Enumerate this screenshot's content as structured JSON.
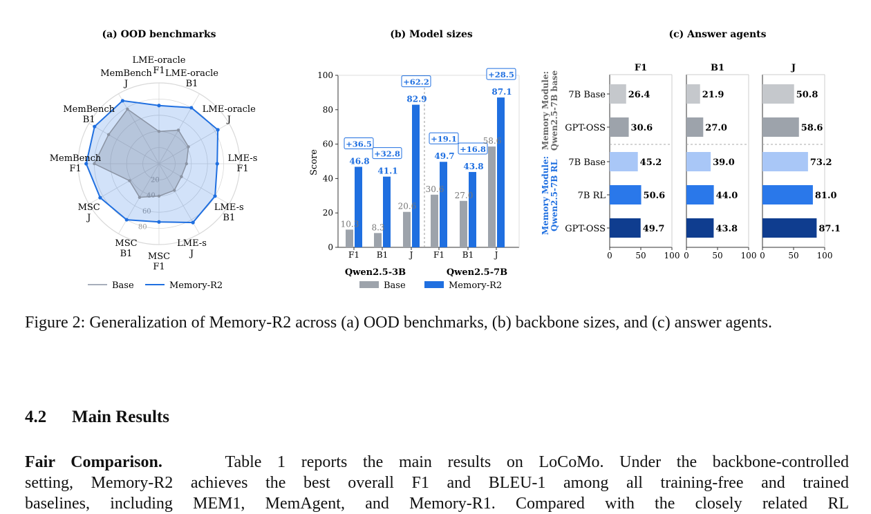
{
  "figure": {
    "radar": {
      "title": "(a) OOD benchmarks",
      "axes": [
        [
          "LME-oracle",
          "F1"
        ],
        [
          "LME-oracle",
          "B1"
        ],
        [
          "LME-oracle",
          "J"
        ],
        [
          "LME-s",
          "F1"
        ],
        [
          "LME-s",
          "B1"
        ],
        [
          "LME-s",
          "J"
        ],
        [
          "MSC",
          "F1"
        ],
        [
          "MSC",
          "B1"
        ],
        [
          "MSC",
          "J"
        ],
        [
          "MemBench",
          "F1"
        ],
        [
          "MemBench",
          "B1"
        ],
        [
          "MemBench",
          "J"
        ]
      ],
      "ring_labels": [
        "20",
        "40",
        "60",
        "80"
      ],
      "legend": [
        "Base",
        "Memory-R2"
      ]
    },
    "bars": {
      "title": "(b) Model sizes",
      "ylabel": "Score",
      "yticks": [
        "0",
        "20",
        "40",
        "60",
        "80",
        "100"
      ],
      "legend": [
        "Base",
        "Memory-R2"
      ]
    },
    "agents": {
      "title": "(c) Answer agents",
      "panel_titles": [
        "F1",
        "B1",
        "J"
      ],
      "group_labels": [
        [
          "Memory Module:",
          "Qwen2.5-7B base"
        ],
        [
          "Memory Module:",
          "Qwen2.5-7B RL"
        ]
      ],
      "xticks": [
        "0",
        "50",
        "100"
      ]
    }
  },
  "chart_data": [
    {
      "type": "radar",
      "title": "(a) OOD benchmarks",
      "categories": [
        "LME-oracle F1",
        "LME-oracle B1",
        "LME-oracle J",
        "LME-s F1",
        "LME-s B1",
        "LME-s J",
        "MSC F1",
        "MSC B1",
        "MSC J",
        "MemBench F1",
        "MemBench B1",
        "MemBench J"
      ],
      "rlim": [
        0,
        100
      ],
      "series": [
        {
          "name": "Base",
          "color": "#8a93a3",
          "values": [
            40,
            48,
            42,
            34,
            32,
            38,
            40,
            48,
            42,
            80,
            72,
            78
          ]
        },
        {
          "name": "Memory-R2",
          "color": "#1f6fe0",
          "values": [
            72,
            80,
            84,
            72,
            80,
            84,
            72,
            80,
            84,
            90,
            92,
            90
          ]
        }
      ]
    },
    {
      "type": "bar",
      "title": "(b) Model sizes",
      "ylabel": "Score",
      "ylim": [
        0,
        100
      ],
      "groups": [
        "Qwen2.5-3B",
        "Qwen2.5-7B"
      ],
      "categories": [
        "F1",
        "B1",
        "J",
        "F1",
        "B1",
        "J"
      ],
      "series": [
        {
          "name": "Base",
          "color": "#9da3ab",
          "values": [
            10.3,
            8.3,
            20.6,
            30.6,
            27.0,
            58.6
          ]
        },
        {
          "name": "Memory-R2",
          "color": "#1f6fe0",
          "values": [
            46.8,
            41.1,
            82.9,
            49.7,
            43.8,
            87.1
          ]
        }
      ],
      "gains": [
        "+36.5",
        "+32.8",
        "+62.2",
        "+19.1",
        "+16.8",
        "+28.5"
      ]
    },
    {
      "type": "bar",
      "orientation": "horizontal",
      "title": "(c) Answer agents",
      "categories": [
        "7B Base",
        "GPT-OSS",
        "7B Base",
        "7B RL",
        "GPT-OSS"
      ],
      "xlim": [
        0,
        100
      ],
      "colors": [
        "#c5c8cc",
        "#9da3ab",
        "#a9c7f7",
        "#2a78ea",
        "#0f3d8f"
      ],
      "series": [
        {
          "name": "F1",
          "values": [
            26.4,
            30.6,
            45.2,
            50.6,
            49.7
          ]
        },
        {
          "name": "B1",
          "values": [
            21.9,
            27.0,
            39.0,
            44.0,
            43.8
          ]
        },
        {
          "name": "J",
          "values": [
            50.8,
            58.6,
            73.2,
            81.0,
            87.1
          ]
        }
      ]
    }
  ],
  "caption": "Figure 2: Generalization of Memory-R2 across (a) OOD benchmarks, (b) backbone sizes, and (c) answer agents.",
  "section": {
    "number": "4.2",
    "title": "Main Results"
  },
  "paragraph": {
    "lead": "Fair Comparison.",
    "line1": "Table 1 reports the main results on LoCoMo. Under the backbone-controlled",
    "line2": "setting, Memory-R2 achieves the best overall F1 and BLEU-1 among all training-free and trained",
    "line3": "baselines, including MEM1, MemAgent, and Memory-R1. Compared with the closely related RL"
  }
}
